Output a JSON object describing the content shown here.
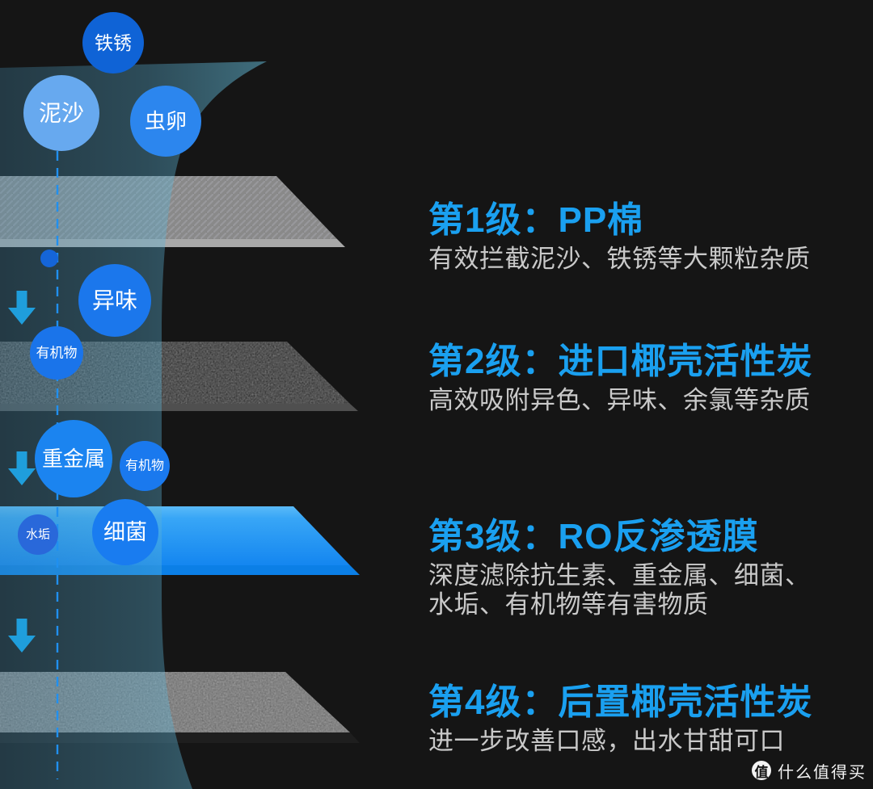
{
  "contaminant_bubbles": [
    {
      "label": "铁锈",
      "color": "#0f63d6"
    },
    {
      "label": "泥沙",
      "color": "#67a9ef"
    },
    {
      "label": "虫卵",
      "color": "#2c86ee"
    },
    {
      "label": "异味",
      "color": "#1b77ec"
    },
    {
      "label": "有机物",
      "color": "#1a74ea"
    },
    {
      "label": "重金属",
      "color": "#1b84f0"
    },
    {
      "label": "有机物",
      "color": "#1a79ee"
    },
    {
      "label": "水垢",
      "color": "#2968da"
    },
    {
      "label": "细菌",
      "color": "#197cf0"
    }
  ],
  "stages": [
    {
      "title": "第1级：PP棉",
      "desc_lines": [
        "有效拦截泥沙、铁锈等大颗粒杂质"
      ]
    },
    {
      "title": "第2级：进口椰壳活性炭",
      "desc_lines": [
        "高效吸附异色、异味、余氯等杂质"
      ]
    },
    {
      "title": "第3级：RO反渗透膜",
      "desc_lines": [
        "深度滤除抗生素、重金属、细菌、",
        "水垢、有机物等有害物质"
      ]
    },
    {
      "title": "第4级：后置椰壳活性炭",
      "desc_lines": [
        "进一步改善口感，出水甘甜可口"
      ]
    }
  ],
  "watermark": {
    "badge": "值",
    "text": "什么值得买"
  },
  "colors": {
    "background": "#151515",
    "stage_title_blue": "#1aa0f0",
    "stage_desc_gray": "#c9c9c9",
    "stream_teal": "#2c5f6f",
    "ro_membrane_blue": "#2196f3",
    "flow_arrow_cyan": "#1f9edc",
    "dashed_line_blue": "#2090f0",
    "pp_cotton_gray": "#8a8a8a",
    "activated_carbon_dark": "#2c2c2c",
    "post_carbon_gray": "#757575"
  }
}
